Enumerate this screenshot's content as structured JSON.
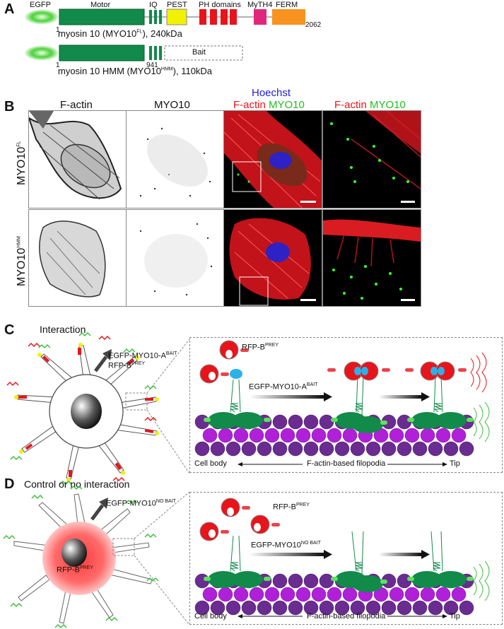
{
  "panel_a": {
    "label": "A",
    "domains": {
      "egfp": "EGFP",
      "motor": "Motor",
      "iq": "IQ",
      "pest": "PEST",
      "ph": "PH domains",
      "myth4": "MyTH4",
      "ferm": "FERM",
      "bait": "Bait"
    },
    "numbers": {
      "start_fl": "1",
      "end_fl": "2062",
      "start_hmm": "1",
      "end_hmm": "941"
    },
    "construct_fl": {
      "name": "myosin 10 (MYO10",
      "sup": "FL",
      "size": "), 240kDa"
    },
    "construct_hmm": {
      "name": "myosin 10 HMM (MYO10",
      "sup": "HMM",
      "size": "), 110kDa"
    },
    "colors": {
      "egfp": "#4cd13a",
      "motor": "#118a4a",
      "pest": "#f2f200",
      "ph": "#e8141b",
      "myth4": "#e0287a",
      "ferm": "#f7931e"
    }
  },
  "panel_b": {
    "label": "B",
    "col_factin": "F-actin",
    "col_myo10": "MYO10",
    "col_hoechst": "Hoechst",
    "merge_factin": "F-actin",
    "merge_myo10": "MYO10",
    "zoom_factin": "F-actin",
    "zoom_myo10": "MYO10",
    "row1": {
      "text": "MYO10",
      "sup": "FL"
    },
    "row2": {
      "text": "MYO10",
      "sup": "HMM"
    }
  },
  "panel_c": {
    "label": "C",
    "title": "Interaction",
    "arrow_bait": {
      "text": "EGFP-MYO10-A",
      "sup": "BAIT"
    },
    "arrow_prey": {
      "text": "RFP-B",
      "sup": "PREY"
    },
    "detail_prey": {
      "text": "RFP-B",
      "sup": "PREY"
    },
    "detail_bait": {
      "text": "EGFP-MYO10-A",
      "sup": "BAIT"
    },
    "axis_left": "Cell body",
    "axis_mid": "F-actin-based filopodia",
    "axis_right": "Tip"
  },
  "panel_d": {
    "label": "D",
    "title": "Control or no interaction",
    "arrow_bait": {
      "text": "EGFP-MYO10",
      "sup": "NO BAIT"
    },
    "cell_prey": {
      "text": "RFP-B",
      "sup": "PREY"
    },
    "detail_prey": {
      "text": "RFP-B",
      "sup": "PREY"
    },
    "detail_bait": {
      "text": "EGFP-MYO10",
      "sup": "NO BAIT"
    },
    "axis_left": "Cell body",
    "axis_mid": "F-actin-based filopodia",
    "axis_right": "Tip"
  }
}
